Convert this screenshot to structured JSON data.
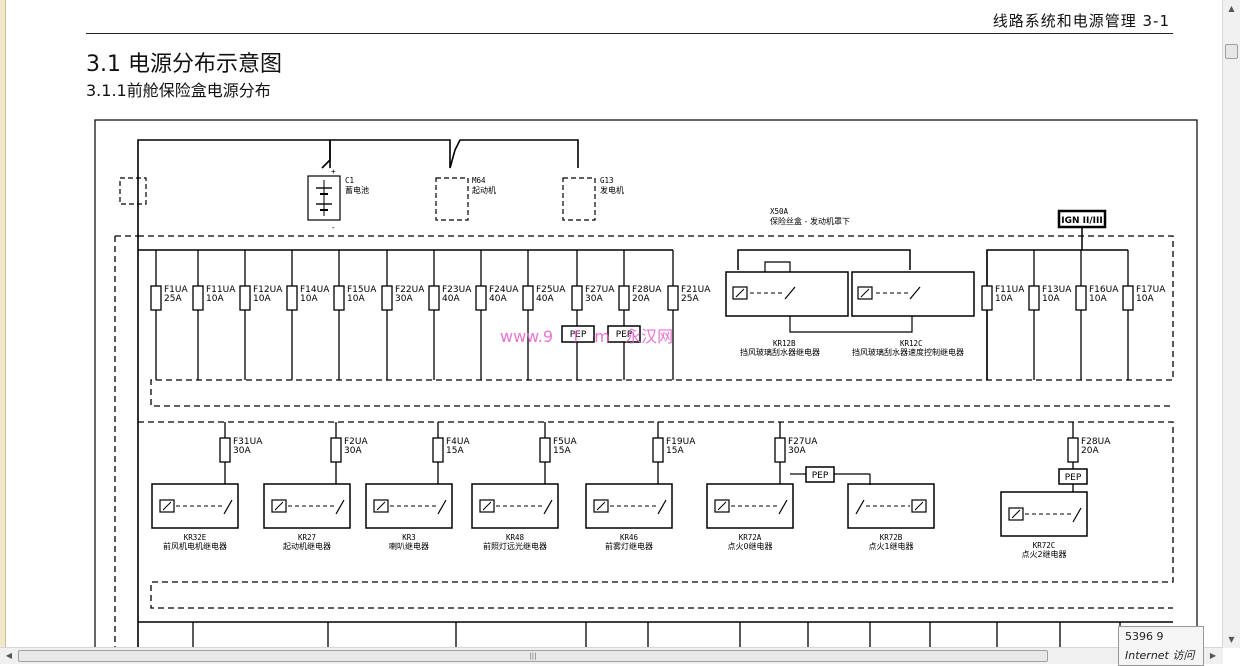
{
  "header": {
    "title": "线路系统和电源管理 3-1"
  },
  "section": {
    "title": "3.1 电源分布示意图",
    "subtitle": "3.1.1前舱保险盒电源分布"
  },
  "components": {
    "battery": {
      "code": "C1",
      "name": "蓄电池"
    },
    "starter": {
      "code": "M64",
      "name": "起动机"
    },
    "generator": {
      "code": "G13",
      "name": "发电机"
    },
    "fusebox": {
      "code": "X50A",
      "name": "保险丝盒 - 发动机罩下"
    },
    "ign": "IGN II/III",
    "pep": "PEP",
    "watermark": "www.9    f   m   永汉网"
  },
  "fuses_row1": [
    {
      "name": "F1UA",
      "rating": "25A"
    },
    {
      "name": "F11UA",
      "rating": "10A"
    },
    {
      "name": "F12UA",
      "rating": "10A"
    },
    {
      "name": "F14UA",
      "rating": "10A"
    },
    {
      "name": "F15UA",
      "rating": "10A"
    },
    {
      "name": "F22UA",
      "rating": "30A"
    },
    {
      "name": "F23UA",
      "rating": "40A"
    },
    {
      "name": "F24UA",
      "rating": "40A"
    },
    {
      "name": "F25UA",
      "rating": "40A"
    },
    {
      "name": "F27UA",
      "rating": "30A"
    },
    {
      "name": "F28UA",
      "rating": "20A"
    },
    {
      "name": "F21UA",
      "rating": "25A"
    }
  ],
  "fuses_row1_right": [
    {
      "name": "F11UA",
      "rating": "10A"
    },
    {
      "name": "F13UA",
      "rating": "10A"
    },
    {
      "name": "F16UA",
      "rating": "10A"
    },
    {
      "name": "F17UA",
      "rating": "10A"
    }
  ],
  "relays_row1": [
    {
      "code": "KR12B",
      "name": "挡风玻璃刮水器继电器"
    },
    {
      "code": "KR12C",
      "name": "挡风玻璃刮水器速度控制继电器"
    }
  ],
  "fuses_row2": [
    {
      "name": "F31UA",
      "rating": "30A"
    },
    {
      "name": "F2UA",
      "rating": "30A"
    },
    {
      "name": "F4UA",
      "rating": "15A"
    },
    {
      "name": "F5UA",
      "rating": "15A"
    },
    {
      "name": "F19UA",
      "rating": "15A"
    },
    {
      "name": "F27UA",
      "rating": "30A"
    },
    {
      "name": "F28UA",
      "rating": "20A"
    }
  ],
  "relays_row2": [
    {
      "code": "KR32E",
      "name": "前风机电机继电器"
    },
    {
      "code": "KR27",
      "name": "起动机继电器"
    },
    {
      "code": "KR3",
      "name": "喇叭继电器"
    },
    {
      "code": "KR48",
      "name": "前照灯远光继电器"
    },
    {
      "code": "KR46",
      "name": "前雾灯继电器"
    },
    {
      "code": "KR72A",
      "name": "点火0继电器"
    },
    {
      "code": "KR72B",
      "name": "点火1继电器"
    },
    {
      "code": "KR72C",
      "name": "点火2继电器"
    }
  ],
  "status": {
    "line1": "5396  9",
    "line2": "Internet 访问"
  }
}
